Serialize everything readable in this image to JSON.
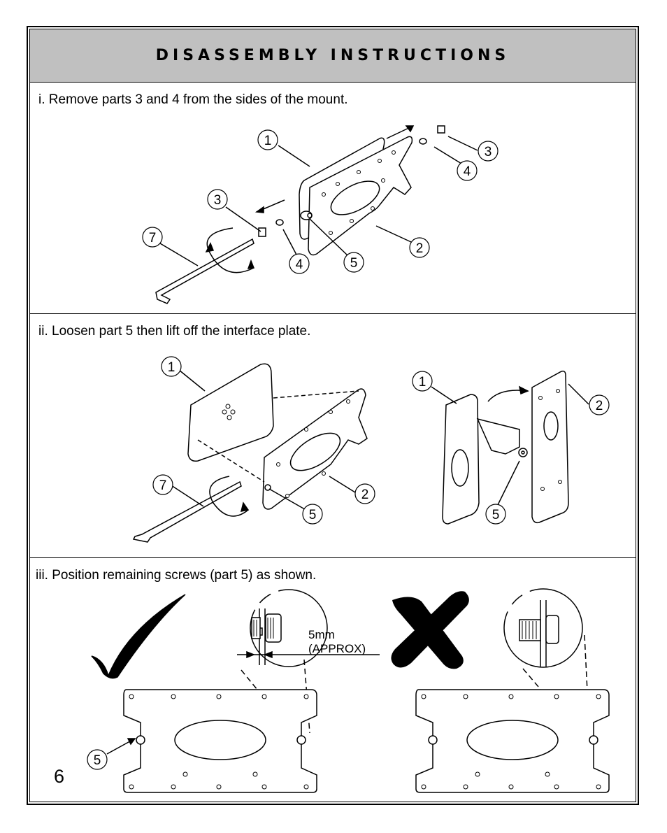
{
  "header": {
    "title": "DISASSEMBLY INSTRUCTIONS"
  },
  "steps": [
    {
      "text": "i. Remove parts 3 and 4 from the sides of the mount.",
      "callouts": [
        "1",
        "3",
        "4",
        "3",
        "7",
        "4",
        "5",
        "2"
      ]
    },
    {
      "text": "ii. Loosen part 5 then lift off the interface plate.",
      "callouts": [
        "1",
        "7",
        "5",
        "2",
        "1",
        "2",
        "5"
      ]
    },
    {
      "text": "iii. Position remaining screws (part 5) as shown.",
      "callouts": [
        "5"
      ],
      "dimension": {
        "value": "5mm",
        "note": "(APPROX)"
      }
    }
  ],
  "page_number": "6"
}
